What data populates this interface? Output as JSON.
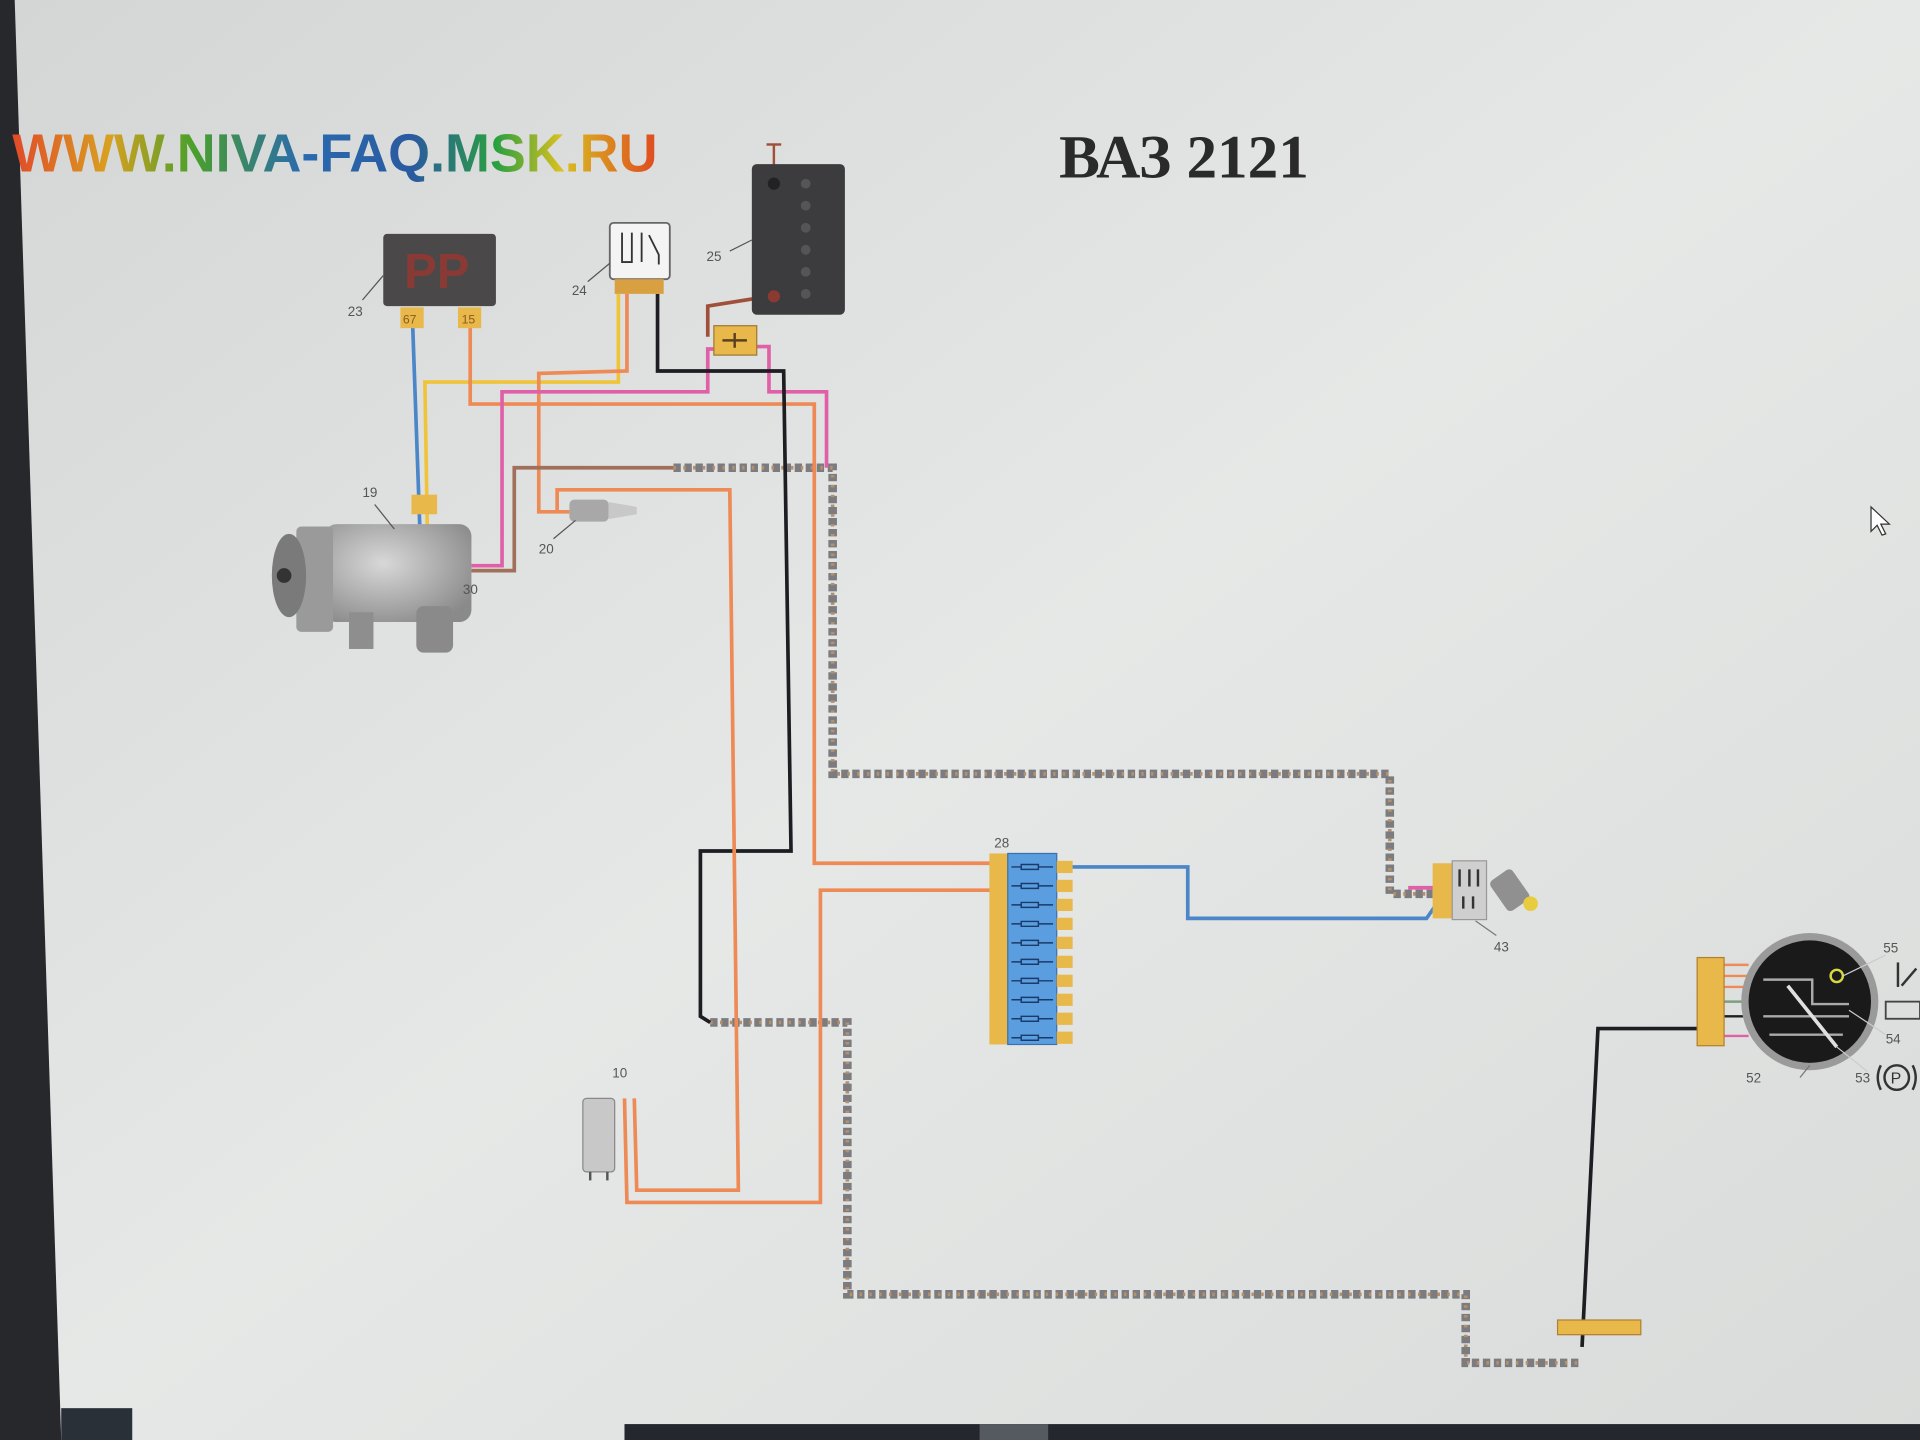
{
  "header": {
    "website": "WWW.NIVA-FAQ.MSK.RU",
    "title": "ВАЗ 2121"
  },
  "components": {
    "regulator": {
      "number": "23",
      "marking": "РР",
      "terminal_a": "67",
      "terminal_b": "15"
    },
    "relay": {
      "number": "24"
    },
    "battery": {
      "number": "25"
    },
    "generator": {
      "number": "19",
      "terminal": "30"
    },
    "sensor": {
      "number": "20"
    },
    "connector_10": {
      "number": "10"
    },
    "fuse_block": {
      "number": "28"
    },
    "connector_43": {
      "number": "43"
    },
    "gauge_cluster": {
      "number": "52"
    },
    "lamp_53": {
      "number": "53"
    },
    "lamp_54": {
      "number": "54"
    },
    "lamp_55": {
      "number": "55"
    }
  },
  "colors": {
    "wire_blue": "#4a86c8",
    "wire_yellow": "#f0c43a",
    "wire_orange": "#ee8a55",
    "wire_pink": "#e060a8",
    "wire_black": "#1e1e22",
    "wire_brown": "#a0705a",
    "harness_gray": "#7c7c80",
    "connector_yellow": "#e8b84a",
    "fuse_block_blue": "#5a9ee0",
    "background": "#e2e4e3"
  },
  "icons": [
    "parking-brake-icon",
    "battery-icon",
    "oil-pressure-icon",
    "mouse-cursor-icon"
  ]
}
